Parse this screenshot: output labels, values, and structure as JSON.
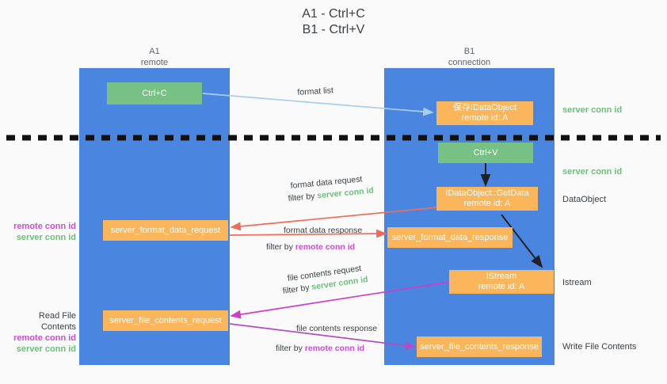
{
  "title": "A1 - Ctrl+C\nB1 - Ctrl+V",
  "columns": [
    {
      "name": "A1",
      "role": "remote",
      "label": "A1\nremote"
    },
    {
      "name": "B1",
      "role": "connection",
      "label": "B1\nconnection"
    }
  ],
  "boxes": {
    "ctrl_c": "Ctrl+C",
    "ctrl_v": "Ctrl+V",
    "save_idataobject": "保存IDataObject\nremote id: A",
    "getdata": "IDataObject::GetData\nremote id: A",
    "istream": "IStream\nremote id: A",
    "format_data_request": "server_format_data_request",
    "format_data_response": "server_format_data_response",
    "file_contents_request": "server_file_contents_request",
    "file_contents_response": "server_file_contents_response"
  },
  "right_notes": {
    "server_conn_id_top": "server conn id",
    "server_conn_id_second": "server conn id",
    "dataobject": "DataObject",
    "istream": "Istream",
    "write_file_contents": "Write File Contents"
  },
  "left_notes": {
    "remote_conn_id": "remote conn id",
    "server_conn_id": "server conn id",
    "read_file_contents": "Read File Contents"
  },
  "arrows": [
    {
      "id": "format-list",
      "label": "format list",
      "filter_prefix": "",
      "filter_value": "",
      "color": "#a9cdf0"
    },
    {
      "id": "format-data-request",
      "label": "format data request",
      "filter_prefix": "filter by ",
      "filter_value": "server conn id",
      "color": "#ef6c5a"
    },
    {
      "id": "format-data-response",
      "label": "format data response",
      "filter_prefix": "filter by ",
      "filter_value": "remote conn id",
      "color": "#ef6c5a"
    },
    {
      "id": "file-contents-request",
      "label": "file contents request",
      "filter_prefix": "filter by ",
      "filter_value": "server conn id",
      "color": "#cc3fc6"
    },
    {
      "id": "file-contents-response",
      "label": "file contents response",
      "filter_prefix": "filter by ",
      "filter_value": "remote conn id",
      "color": "#b04fc4"
    }
  ],
  "colors": {
    "lane": "#4a86e0",
    "green_box": "#76c183",
    "orange_box": "#fbb55a",
    "green_text": "#6cc07a",
    "magenta_text": "#c94fd0",
    "divider": "#111111",
    "background": "#fafafa"
  }
}
